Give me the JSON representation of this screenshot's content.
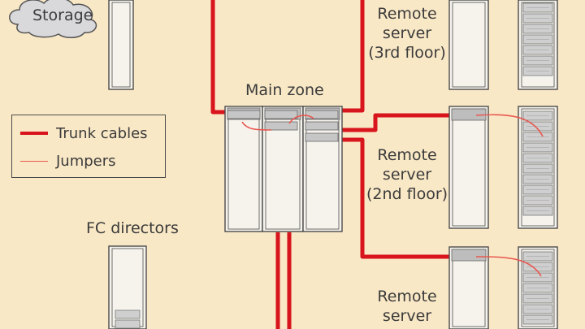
{
  "labels": {
    "storage": "Storage",
    "fc_directors": "FC directors",
    "main_zone": "Main zone"
  },
  "remote_servers": [
    {
      "line1": "Remote",
      "line2": "server",
      "line3": "(3rd floor)"
    },
    {
      "line1": "Remote",
      "line2": "server",
      "line3": "(2nd floor)"
    },
    {
      "line1": "Remote",
      "line2": "server",
      "line3": ""
    }
  ],
  "legend": {
    "trunk_label": "Trunk cables",
    "jumper_label": "Jumpers"
  },
  "colors": {
    "background": "#f9e8c6",
    "trunk": "#d8141c",
    "jumper": "#e8574f",
    "rack_fill": "#f6f3ec",
    "rack_stroke": "#4c4c4c",
    "server_unit": "#cfcfcf",
    "cloud": "#d9d9dc"
  }
}
